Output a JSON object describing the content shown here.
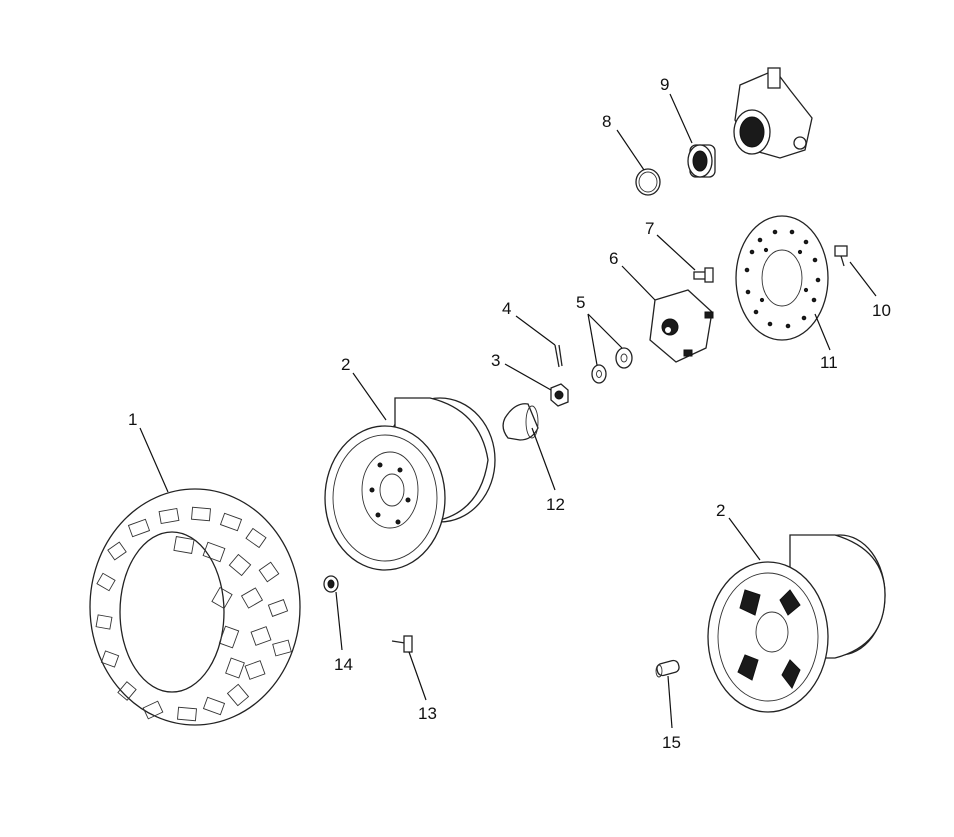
{
  "diagram": {
    "callouts": [
      {
        "id": "tire",
        "label": "1"
      },
      {
        "id": "wheel-front",
        "label": "2"
      },
      {
        "id": "wheel-rear",
        "label": "2"
      },
      {
        "id": "nut",
        "label": "3"
      },
      {
        "id": "cotter-pin",
        "label": "4"
      },
      {
        "id": "washers",
        "label": "5"
      },
      {
        "id": "hub",
        "label": "6"
      },
      {
        "id": "hub-bolt",
        "label": "7"
      },
      {
        "id": "snap-ring",
        "label": "8"
      },
      {
        "id": "bearing",
        "label": "9"
      },
      {
        "id": "disc-bolt",
        "label": "10"
      },
      {
        "id": "brake-disc",
        "label": "11"
      },
      {
        "id": "hub-cap",
        "label": "12"
      },
      {
        "id": "valve-stem",
        "label": "13"
      },
      {
        "id": "lug-nut",
        "label": "14"
      },
      {
        "id": "valve-cap",
        "label": "15"
      }
    ]
  }
}
